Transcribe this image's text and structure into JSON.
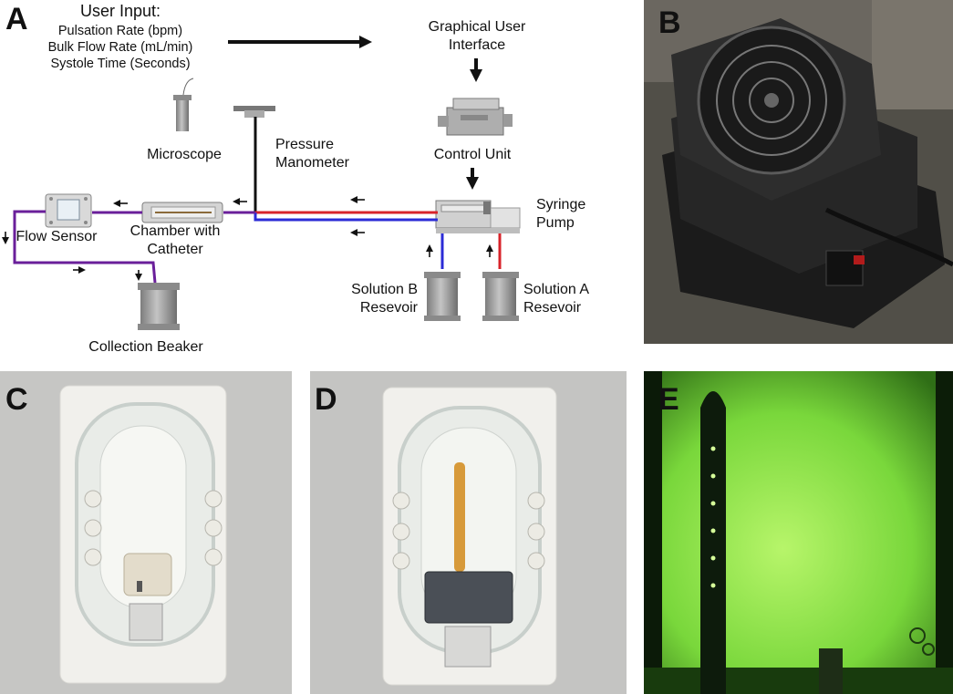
{
  "panels": {
    "a": "A",
    "b": "B",
    "c": "C",
    "d": "D",
    "e": "E"
  },
  "diagram": {
    "user_input": {
      "title": "User Input:",
      "lines": [
        "Pulsation Rate (bpm)",
        "Bulk Flow Rate (mL/min)",
        "Systole Time (Seconds)"
      ]
    },
    "gui": [
      "Graphical User",
      "Interface"
    ],
    "microscope": "Microscope",
    "pressure": [
      "Pressure",
      "Manometer"
    ],
    "control_unit": "Control Unit",
    "syringe": [
      "Syringe",
      "Pump"
    ],
    "chamber": [
      "Chamber with",
      "Catheter"
    ],
    "flow_sensor": "Flow Sensor",
    "solution_b": [
      "Solution B",
      "Resevoir"
    ],
    "solution_a": [
      "Solution A",
      "Resevoir"
    ],
    "collection": "Collection Beaker"
  },
  "colors": {
    "red_line": "#d8232a",
    "blue_line": "#2b2bd6",
    "purple_line": "#6a1f9a",
    "black_line": "#111111",
    "device_gray": "#9a9a9a",
    "photo_e_green": "#8fe84a"
  }
}
